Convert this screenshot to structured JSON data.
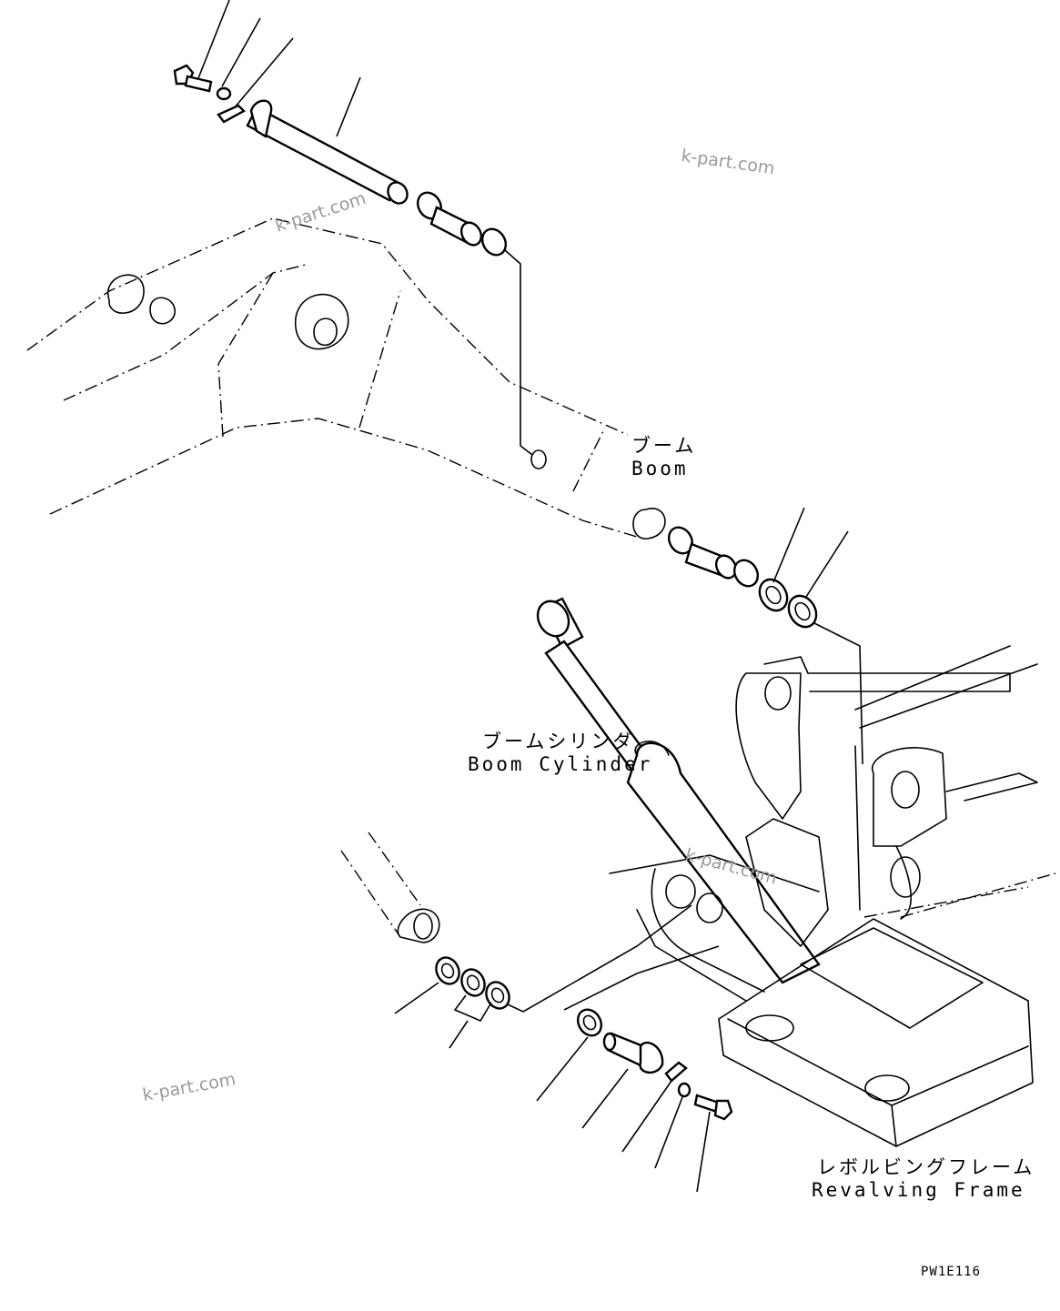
{
  "labels": {
    "boom_jp": "ブーム",
    "boom_en": "Boom",
    "boom_cylinder_jp": "ブームシリンダ",
    "boom_cylinder_en": "Boom Cylinder",
    "revolving_frame_jp": "レボルビングフレーム",
    "revolving_frame_en": "Revalving Frame",
    "drawing_code": "PW1E116"
  },
  "watermarks": [
    "k-part.com",
    "k-part.com",
    "k-part.com",
    "k-part.com"
  ]
}
